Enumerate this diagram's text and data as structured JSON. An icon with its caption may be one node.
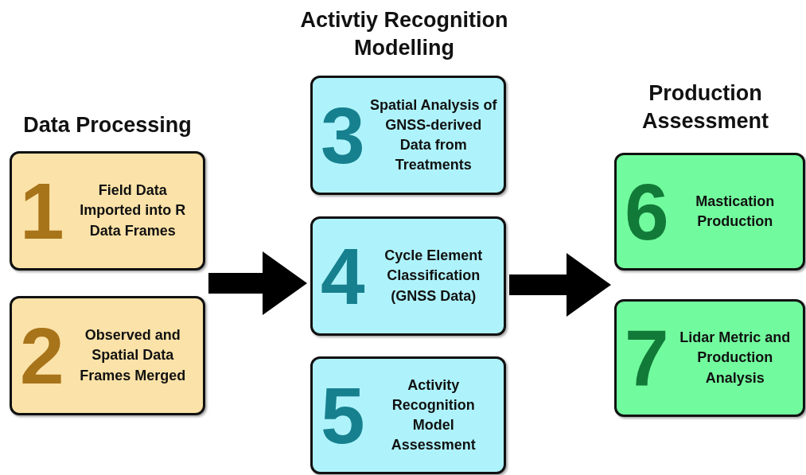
{
  "diagram": {
    "nodes": [
      {
        "text": [
          "1",
          "Field Data Imported into R Data Frames"
        ]
      },
      {
        "text": [
          "2",
          "Observed and Spatial Data Frames Merged"
        ]
      },
      {
        "text": [
          "3",
          "Spatial Analysis of GNSS-derived Data from Treatments"
        ]
      },
      {
        "text": [
          "4",
          "Cycle Element Classification (GNSS Data)"
        ]
      },
      {
        "text": [
          "5",
          "Activity Recognition Model Assessment"
        ]
      },
      {
        "text": [
          "6",
          "Mastication Production"
        ]
      },
      {
        "text": [
          "7",
          "Lidar Metric and Production Analysis"
        ]
      }
    ],
    "edges": [
      {
        "from": 0,
        "to": 3,
        "arrow": "to"
      },
      {
        "from": 1,
        "to": 3,
        "arrow": "to"
      },
      {
        "from": 3,
        "to": 5,
        "arrow": "to"
      },
      {
        "from": 3,
        "to": 6,
        "arrow": "to"
      }
    ],
    "labels": [
      "Data Processing",
      "Activtiy Recognition Modelling",
      "Production Assessment"
    ]
  }
}
